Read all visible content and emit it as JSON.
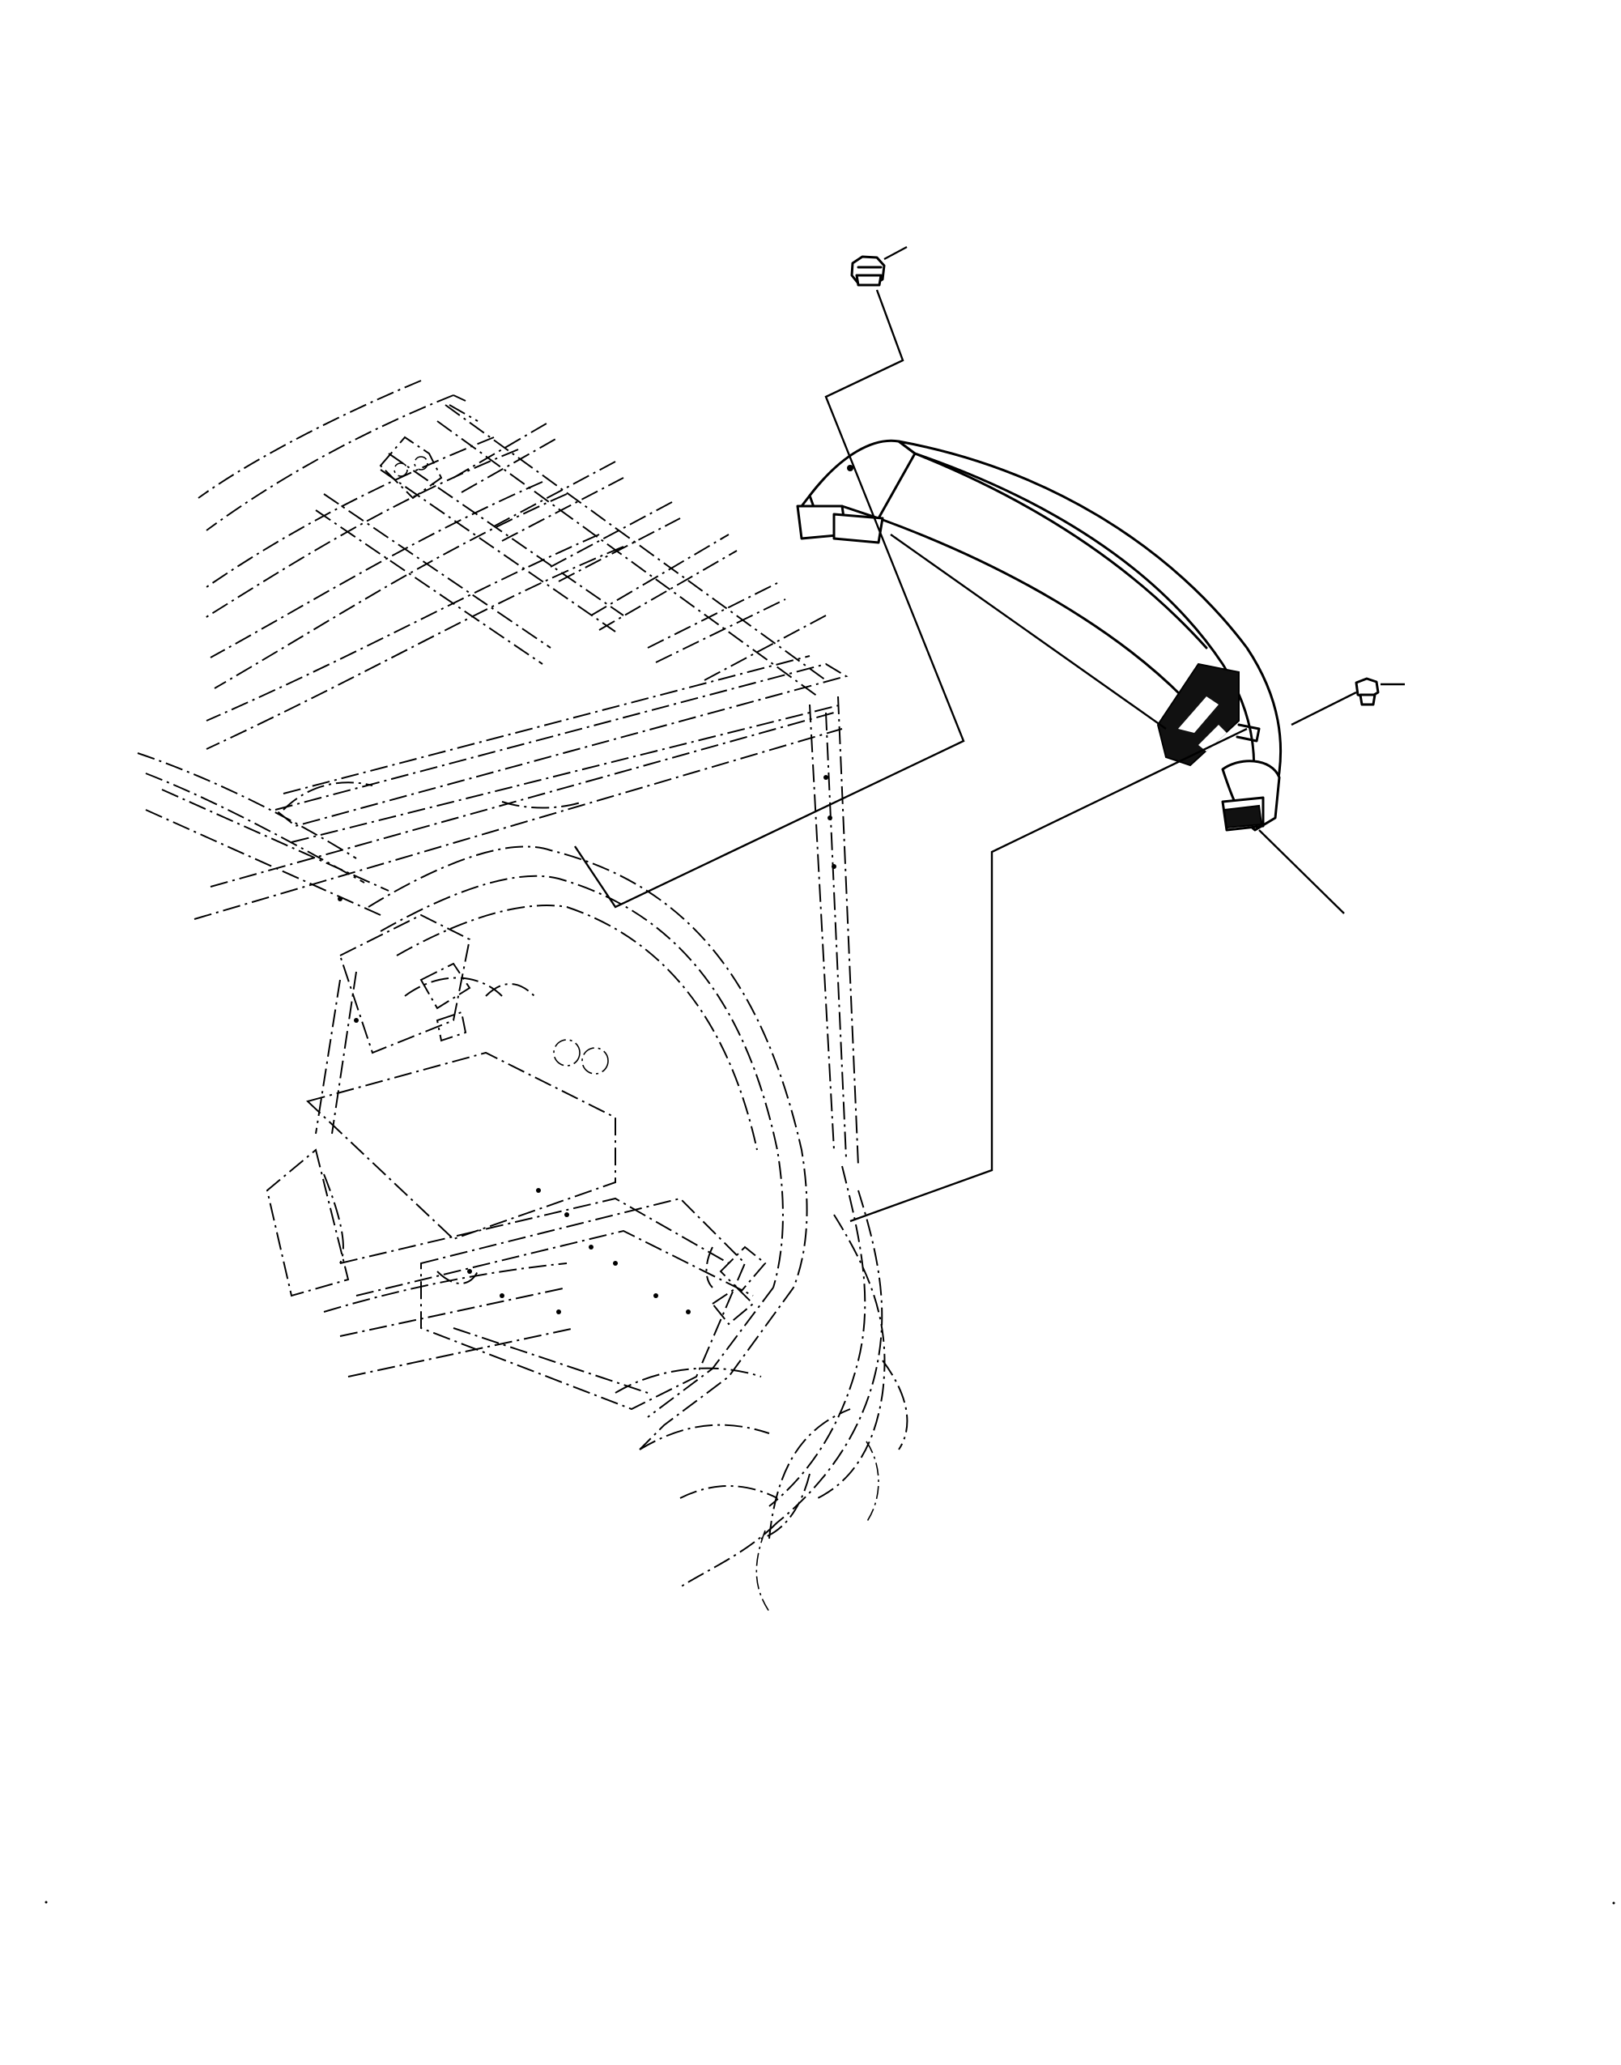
{
  "diagram": {
    "parts": [
      {
        "name": "roof-frame",
        "style": "phantom"
      },
      {
        "name": "rops-pillar",
        "style": "phantom"
      },
      {
        "name": "rear-trim-panel",
        "style": "solid"
      },
      {
        "name": "upper-bolt",
        "style": "solid"
      },
      {
        "name": "side-clip",
        "style": "solid"
      }
    ],
    "callout_labels": []
  }
}
